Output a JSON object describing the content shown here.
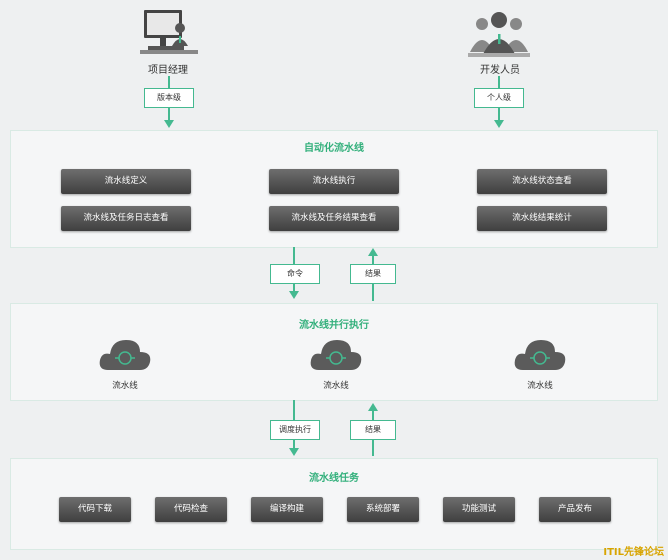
{
  "roles": {
    "manager": "项目经理",
    "developer": "开发人员"
  },
  "entry_tags": {
    "version": "版本级",
    "personal": "个人级"
  },
  "automation": {
    "title": "自动化流水线",
    "buttons": [
      "流水线定义",
      "流水线执行",
      "流水线状态查看",
      "流水线及任务日志查看",
      "流水线及任务结果查看",
      "流水线结果统计"
    ]
  },
  "mid_tags": {
    "command": "命令",
    "result": "结果"
  },
  "parallel": {
    "title": "流水线并行执行",
    "clouds": [
      "流水线",
      "流水线",
      "流水线"
    ]
  },
  "bottom_tags": {
    "schedule": "调度执行",
    "result": "结果"
  },
  "tasks": {
    "title": "流水线任务",
    "buttons": [
      "代码下载",
      "代码检查",
      "编译构建",
      "系统部署",
      "功能测试",
      "产品发布"
    ]
  },
  "watermark": "ITIL先锋论坛",
  "colors": {
    "accent": "#44b990",
    "button": "#4a4a4a",
    "background": "#eef0f1"
  }
}
